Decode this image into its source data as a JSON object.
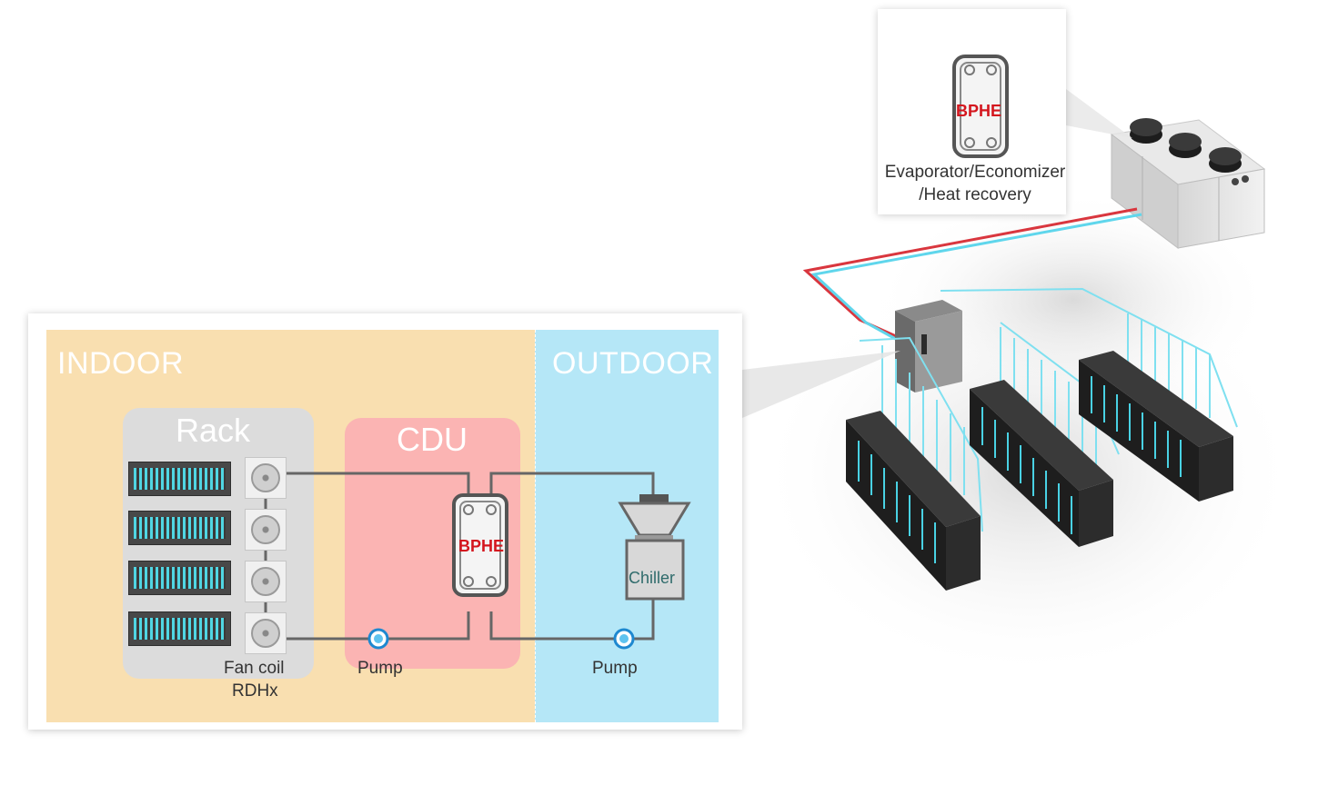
{
  "callout": {
    "bphe_label": "BPHE",
    "line1": "Evaporator/Economizer",
    "line2": "/Heat recovery"
  },
  "schematic": {
    "indoor_label": "INDOOR",
    "outdoor_label": "OUTDOOR",
    "rack_title": "Rack",
    "cdu_title": "CDU",
    "bphe_label": "BPHE",
    "chiller_label": "Chiller",
    "fan_coil_line1": "Fan coil",
    "fan_coil_line2": "RDHx",
    "pump_left_label": "Pump",
    "pump_right_label": "Pump"
  },
  "colors": {
    "indoor": "#f9dfb0",
    "outdoor": "#b5e7f7",
    "rack": "#dcdcdc",
    "cdu": "#fbb4b3",
    "bphe_text": "#d4161e",
    "pipe": "#666666",
    "cyan_pipe": "#5fd6ec",
    "red_pipe": "#d9363e"
  }
}
